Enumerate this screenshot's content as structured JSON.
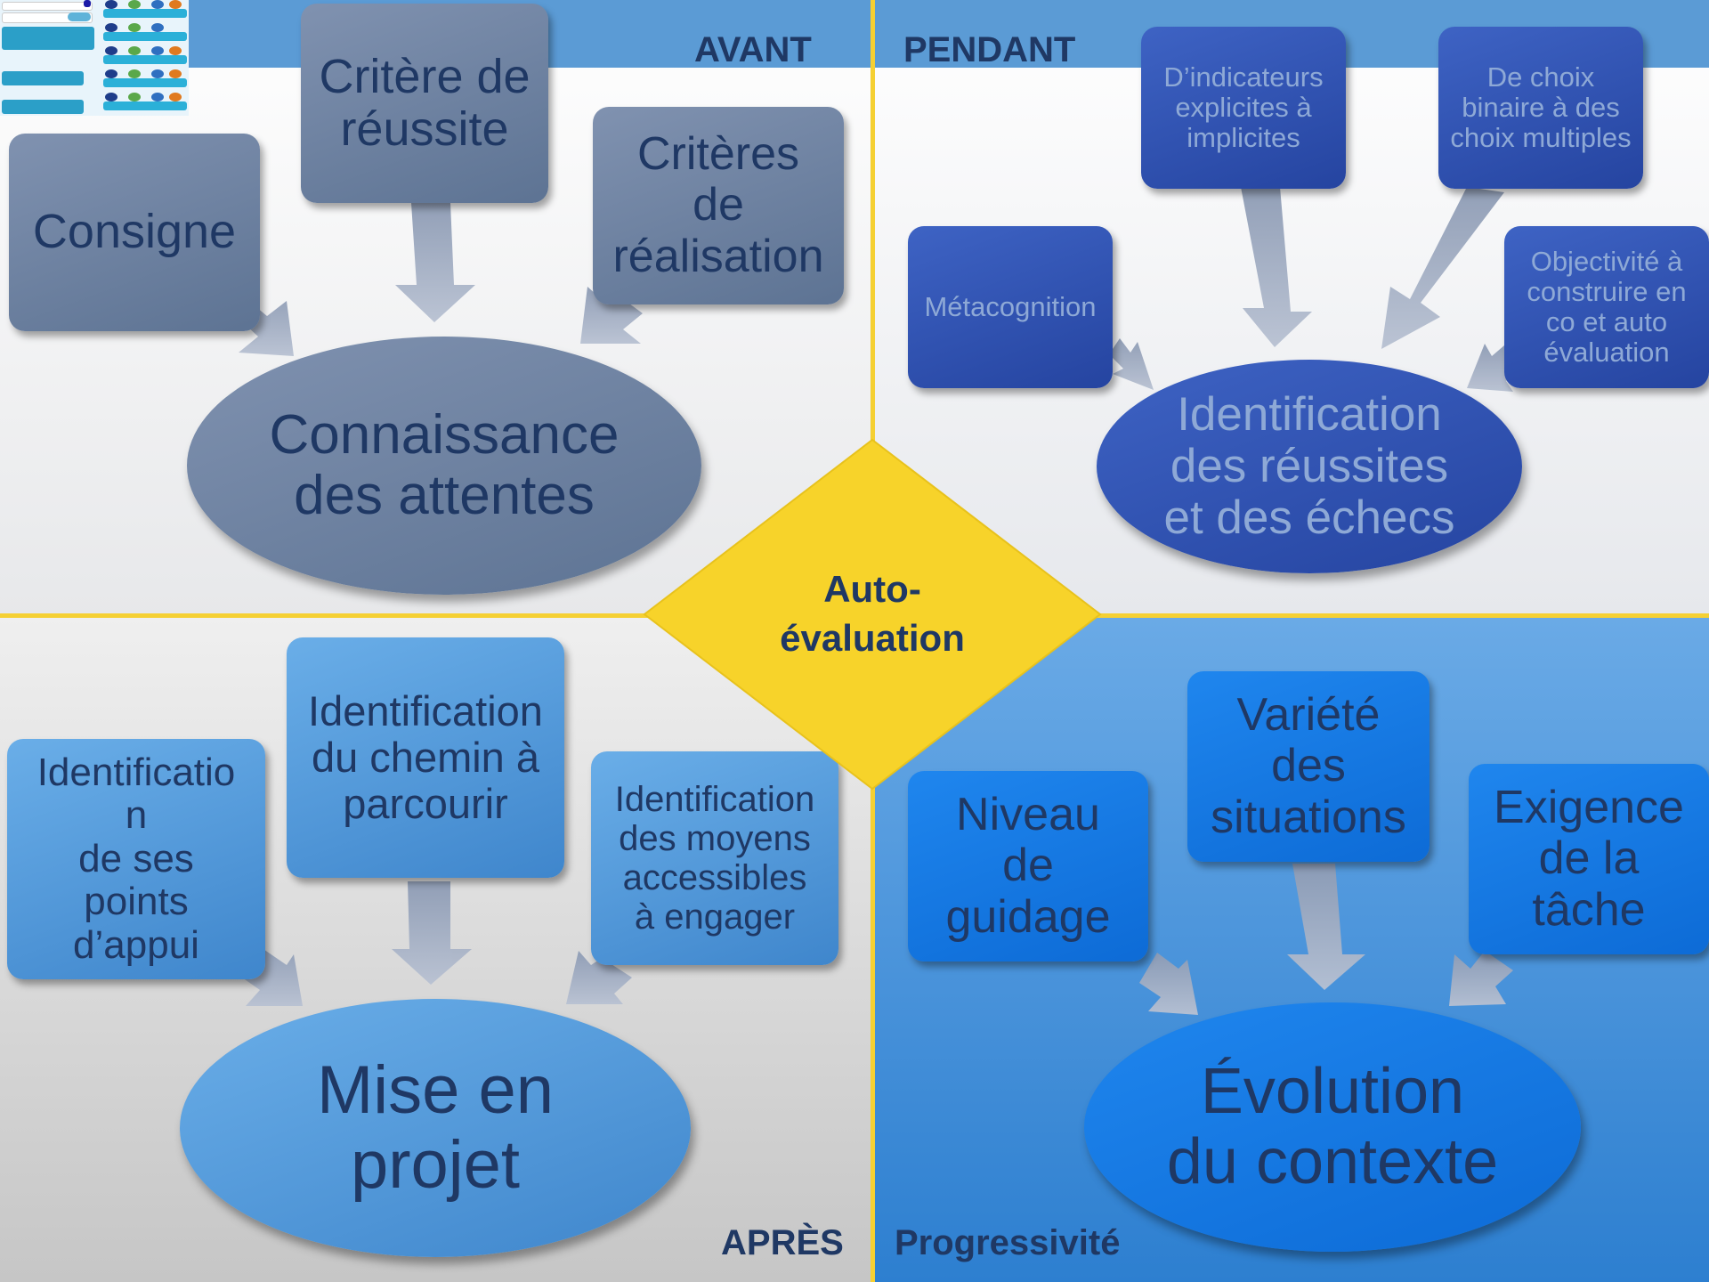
{
  "headers": {
    "avant": "AVANT",
    "pendant": "PENDANT",
    "apres": "APRÈS",
    "progressivite": "Progressivité"
  },
  "center": {
    "label": "Auto-\névaluation",
    "color": "#f7d32a"
  },
  "avant": {
    "ellipse": "Connaissance\ndes attentes",
    "boxes": [
      "Consigne",
      "Critère de\nréussite",
      "Critères\nde\nréalisation"
    ]
  },
  "pendant": {
    "ellipse": "Identification\ndes réussites\net des échecs",
    "boxes": [
      "Métacognition",
      "D’indicateurs\nexplicites à\nimplicites",
      "De choix\nbinaire à des\nchoix multiples",
      "Objectivité à\nconstruire en\nco et auto\névaluation"
    ]
  },
  "apres": {
    "ellipse": "Mise en\nprojet",
    "boxes": [
      "Identificatio\nn\n de ses\npoints\nd’appui",
      "Identification\n du chemin à\nparcourir",
      "Identification\ndes moyens\naccessibles\nà engager"
    ]
  },
  "progressivite": {
    "ellipse": "Évolution\ndu contexte",
    "boxes": [
      "Niveau\nde\nguidage",
      "Variété\ndes\nsituations",
      "Exigence\nde la\ntâche"
    ]
  },
  "colors": {
    "divider": "#f5d033",
    "header_text": "#1f3864",
    "band": "#5b9bd5"
  }
}
